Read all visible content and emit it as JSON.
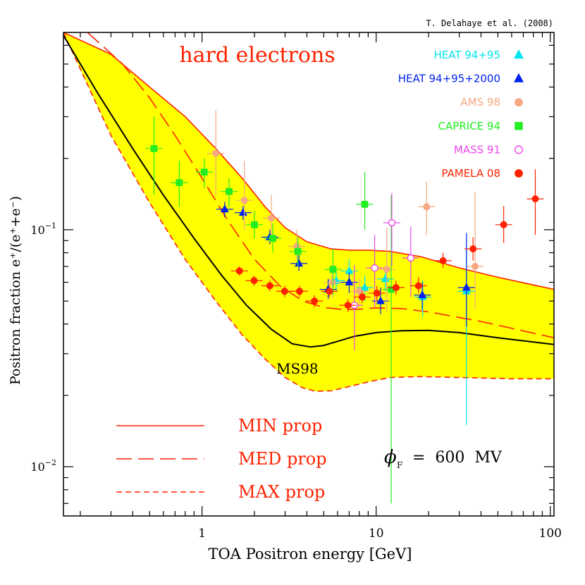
{
  "chart_data": {
    "type": "scatter",
    "credit": "T. Delahaye et al. (2008)",
    "title": "hard electrons",
    "xlabel": "TOA Positron energy  [GeV]",
    "ylabel": "Positron fraction e⁺/(e⁺+e⁻)",
    "xscale": "log",
    "yscale": "log",
    "xlim": [
      0.16,
      105
    ],
    "ylim": [
      0.0062,
      0.68
    ],
    "x_ticks": [
      {
        "v": 1,
        "label": "1"
      },
      {
        "v": 10,
        "label": "10"
      },
      {
        "v": 100,
        "label": "100"
      }
    ],
    "y_ticks": [
      {
        "v": 0.01,
        "base": "10",
        "exp": "−2"
      },
      {
        "v": 0.1,
        "base": "10",
        "exp": "−1"
      }
    ],
    "annotation_phi": {
      "symbol": "ϕ",
      "sub": "F",
      "text": "=  600  MV"
    },
    "curve_label": "MS98",
    "band": {
      "color": "#ffff00",
      "upper": [
        [
          0.16,
          0.68
        ],
        [
          0.3,
          0.55
        ],
        [
          0.5,
          0.4
        ],
        [
          0.8,
          0.3
        ],
        [
          1.2,
          0.22
        ],
        [
          1.7,
          0.165
        ],
        [
          2.3,
          0.125
        ],
        [
          3,
          0.102
        ],
        [
          4,
          0.089
        ],
        [
          5.5,
          0.083
        ],
        [
          7,
          0.082
        ],
        [
          9,
          0.082
        ],
        [
          12,
          0.081
        ],
        [
          18,
          0.077
        ],
        [
          30,
          0.069
        ],
        [
          50,
          0.063
        ],
        [
          105,
          0.056
        ]
      ],
      "lower": [
        [
          105,
          0.0235
        ],
        [
          60,
          0.0235
        ],
        [
          30,
          0.0238
        ],
        [
          18,
          0.024
        ],
        [
          12,
          0.0238
        ],
        [
          9,
          0.0228
        ],
        [
          7,
          0.0218
        ],
        [
          5.5,
          0.0209
        ],
        [
          4.5,
          0.0208
        ],
        [
          3.8,
          0.0215
        ],
        [
          3,
          0.0238
        ],
        [
          2.3,
          0.0285
        ],
        [
          1.7,
          0.036
        ],
        [
          1.2,
          0.05
        ],
        [
          0.8,
          0.075
        ],
        [
          0.5,
          0.13
        ],
        [
          0.3,
          0.25
        ],
        [
          0.16,
          0.68
        ]
      ]
    },
    "series_lines": [
      {
        "name": "MIN prop",
        "style": "solid",
        "color": "#ff2200",
        "points": [
          [
            0.16,
            0.68
          ],
          [
            0.3,
            0.55
          ],
          [
            0.5,
            0.4
          ],
          [
            0.8,
            0.3
          ],
          [
            1.2,
            0.22
          ],
          [
            1.7,
            0.165
          ],
          [
            2.3,
            0.125
          ],
          [
            3,
            0.102
          ],
          [
            4,
            0.089
          ],
          [
            5.5,
            0.083
          ],
          [
            7,
            0.082
          ],
          [
            9,
            0.082
          ],
          [
            12,
            0.081
          ],
          [
            18,
            0.077
          ],
          [
            30,
            0.069
          ],
          [
            50,
            0.063
          ],
          [
            105,
            0.056
          ]
        ]
      },
      {
        "name": "MED prop",
        "style": "long-dash",
        "color": "#ff2200",
        "points": [
          [
            0.22,
            0.68
          ],
          [
            0.35,
            0.5
          ],
          [
            0.5,
            0.36
          ],
          [
            0.7,
            0.25
          ],
          [
            1,
            0.165
          ],
          [
            1.4,
            0.11
          ],
          [
            2,
            0.075
          ],
          [
            2.8,
            0.058
          ],
          [
            3.8,
            0.05
          ],
          [
            5,
            0.047
          ],
          [
            6.5,
            0.046
          ],
          [
            8,
            0.0462
          ],
          [
            10,
            0.0468
          ],
          [
            14,
            0.0465
          ],
          [
            20,
            0.045
          ],
          [
            40,
            0.041
          ],
          [
            105,
            0.035
          ]
        ]
      },
      {
        "name": "MAX prop",
        "style": "short-dash",
        "color": "#ff2200",
        "points": [
          [
            0.16,
            0.68
          ],
          [
            0.3,
            0.25
          ],
          [
            0.5,
            0.13
          ],
          [
            0.8,
            0.075
          ],
          [
            1.2,
            0.05
          ],
          [
            1.7,
            0.036
          ],
          [
            2.3,
            0.0285
          ],
          [
            3,
            0.0238
          ],
          [
            3.8,
            0.0215
          ],
          [
            4.5,
            0.0208
          ],
          [
            5.5,
            0.0209
          ],
          [
            7,
            0.0218
          ],
          [
            9,
            0.0228
          ],
          [
            12,
            0.0238
          ],
          [
            18,
            0.024
          ],
          [
            30,
            0.0238
          ],
          [
            60,
            0.0235
          ],
          [
            105,
            0.0235
          ]
        ]
      },
      {
        "name": "MS98",
        "style": "solid",
        "color": "#000000",
        "points": [
          [
            0.16,
            0.66
          ],
          [
            0.25,
            0.38
          ],
          [
            0.4,
            0.22
          ],
          [
            0.6,
            0.14
          ],
          [
            0.9,
            0.092
          ],
          [
            1.3,
            0.064
          ],
          [
            1.8,
            0.048
          ],
          [
            2.5,
            0.038
          ],
          [
            3.3,
            0.033
          ],
          [
            4.2,
            0.032
          ],
          [
            5,
            0.0325
          ],
          [
            6,
            0.0338
          ],
          [
            7.5,
            0.0355
          ],
          [
            10,
            0.0368
          ],
          [
            14,
            0.0375
          ],
          [
            20,
            0.0376
          ],
          [
            30,
            0.0368
          ],
          [
            50,
            0.035
          ],
          [
            105,
            0.0328
          ]
        ]
      }
    ],
    "series": [
      {
        "name": "HEAT 94+95",
        "color": "#00e5ee",
        "marker": "triangle",
        "filled": true,
        "points": [
          [
            5.9,
            0.061,
            0.055,
            0.067
          ],
          [
            7.0,
            0.067,
            0.06,
            0.075
          ],
          [
            8.6,
            0.057,
            0.05,
            0.064
          ],
          [
            11.3,
            0.062,
            0.055,
            0.07
          ],
          [
            18.5,
            0.052,
            0.043,
            0.061
          ],
          [
            33.0,
            0.055,
            0.015,
            0.09
          ]
        ]
      },
      {
        "name": "HEAT 94+95+2000",
        "color": "#0022ee",
        "marker": "triangle",
        "filled": true,
        "points": [
          [
            1.35,
            0.122,
            0.113,
            0.131
          ],
          [
            1.72,
            0.118,
            0.11,
            0.126
          ],
          [
            2.45,
            0.093,
            0.087,
            0.1
          ],
          [
            3.6,
            0.072,
            0.067,
            0.078
          ],
          [
            5.3,
            0.056,
            0.051,
            0.062
          ],
          [
            7.0,
            0.06,
            0.054,
            0.066
          ],
          [
            10.6,
            0.05,
            0.044,
            0.057
          ],
          [
            18.4,
            0.053,
            0.046,
            0.06
          ],
          [
            33.0,
            0.057,
            0.039,
            0.097
          ]
        ]
      },
      {
        "name": "AMS 98",
        "color": "#f5a882",
        "marker": "circle",
        "filled": true,
        "points": [
          [
            1.2,
            0.21,
            0.14,
            0.32
          ],
          [
            1.75,
            0.133,
            0.1,
            0.195
          ],
          [
            2.5,
            0.112,
            0.09,
            0.14
          ],
          [
            3.5,
            0.085,
            0.074,
            0.1
          ],
          [
            5.6,
            0.06,
            0.052,
            0.071
          ],
          [
            8.0,
            0.055,
            0.047,
            0.062
          ],
          [
            11.5,
            0.068,
            0.045,
            0.102
          ],
          [
            19.5,
            0.125,
            0.095,
            0.16
          ],
          [
            37.0,
            0.07,
            0.046,
            0.145
          ]
        ]
      },
      {
        "name": "CAPRICE 94",
        "color": "#22ee22",
        "marker": "square",
        "filled": true,
        "points": [
          [
            0.53,
            0.22,
            0.14,
            0.3
          ],
          [
            0.74,
            0.158,
            0.125,
            0.195
          ],
          [
            1.03,
            0.175,
            0.15,
            0.2
          ],
          [
            1.43,
            0.145,
            0.125,
            0.165
          ],
          [
            2.0,
            0.105,
            0.092,
            0.12
          ],
          [
            2.55,
            0.092,
            0.08,
            0.106
          ],
          [
            3.55,
            0.081,
            0.07,
            0.093
          ],
          [
            5.65,
            0.068,
            0.053,
            0.083
          ],
          [
            8.6,
            0.128,
            0.1,
            0.175
          ],
          [
            12.2,
            0.056,
            0.007,
            0.14
          ]
        ]
      },
      {
        "name": "MASS 91",
        "color": "#ee44ee",
        "marker": "circle",
        "filled": false,
        "points": [
          [
            7.5,
            0.048,
            0.031,
            0.071
          ],
          [
            9.8,
            0.069,
            0.047,
            0.095
          ],
          [
            12.3,
            0.107,
            0.07,
            0.143
          ],
          [
            15.8,
            0.076,
            0.052,
            0.103
          ]
        ]
      },
      {
        "name": "PAMELA 08",
        "color": "#ff2200",
        "marker": "circle",
        "filled": true,
        "points": [
          [
            1.64,
            0.067,
            0.064,
            0.07
          ],
          [
            1.99,
            0.061,
            0.058,
            0.064
          ],
          [
            2.45,
            0.058,
            0.055,
            0.061
          ],
          [
            2.98,
            0.055,
            0.052,
            0.058
          ],
          [
            3.63,
            0.055,
            0.052,
            0.058
          ],
          [
            4.42,
            0.05,
            0.047,
            0.053
          ],
          [
            5.39,
            0.055,
            0.052,
            0.058
          ],
          [
            6.88,
            0.048,
            0.045,
            0.051
          ],
          [
            8.32,
            0.052,
            0.049,
            0.055
          ],
          [
            10.1,
            0.054,
            0.05,
            0.058
          ],
          [
            13.0,
            0.057,
            0.053,
            0.061
          ],
          [
            17.5,
            0.058,
            0.054,
            0.063
          ],
          [
            24.2,
            0.074,
            0.069,
            0.08
          ],
          [
            36.0,
            0.083,
            0.074,
            0.093
          ],
          [
            54.0,
            0.105,
            0.088,
            0.126
          ],
          [
            82.0,
            0.135,
            0.095,
            0.18
          ]
        ]
      }
    ]
  }
}
